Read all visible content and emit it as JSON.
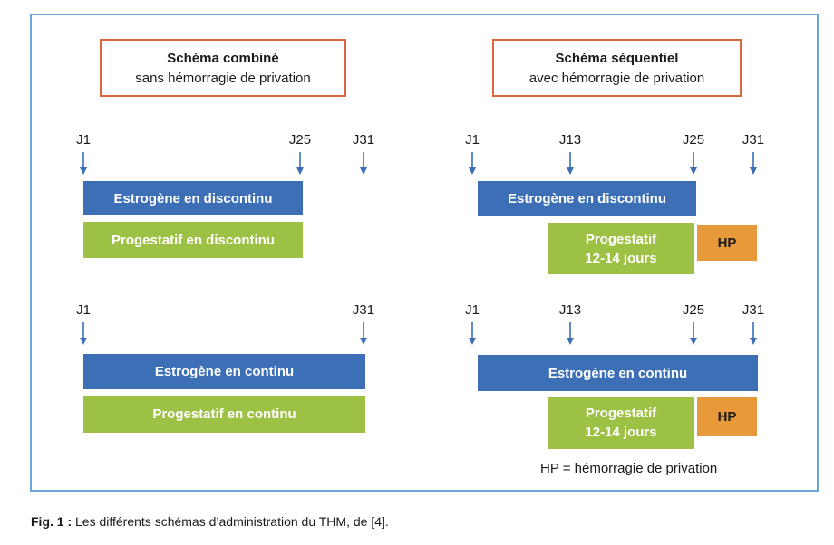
{
  "left": {
    "title_bold": "Schéma combiné",
    "title_sub": "sans hémorragie de privation",
    "row1": {
      "markers": [
        "J1",
        "J25",
        "J31"
      ],
      "estrogen": "Estrogène en discontinu",
      "progestin": "Progestatif en discontinu"
    },
    "row2": {
      "markers": [
        "J1",
        "J31"
      ],
      "estrogen": "Estrogène en continu",
      "progestin": "Progestatif en continu"
    }
  },
  "right": {
    "title_bold": "Schéma séquentiel",
    "title_sub": "avec hémorragie de privation",
    "row1": {
      "markers": [
        "J1",
        "J13",
        "J25",
        "J31"
      ],
      "estrogen": "Estrogène en discontinu",
      "progestin_line1": "Progestatif",
      "progestin_line2": "12-14 jours",
      "hp": "HP"
    },
    "row2": {
      "markers": [
        "J1",
        "J13",
        "J25",
        "J31"
      ],
      "estrogen": "Estrogène en continu",
      "progestin_line1": "Progestatif",
      "progestin_line2": "12-14 jours",
      "hp": "HP"
    }
  },
  "legend": "HP = hémorragie de privation",
  "caption": {
    "label": "Fig. 1 :",
    "text": "Les différents schémas d’administration du THM, de [4]."
  },
  "colors": {
    "frame": "#6aa7d6",
    "title_border": "#d9663f",
    "estrogen": "#3c6fb6",
    "progestin": "#9dc145",
    "hp": "#e89a3a",
    "arrow": "#3c6fb6"
  }
}
